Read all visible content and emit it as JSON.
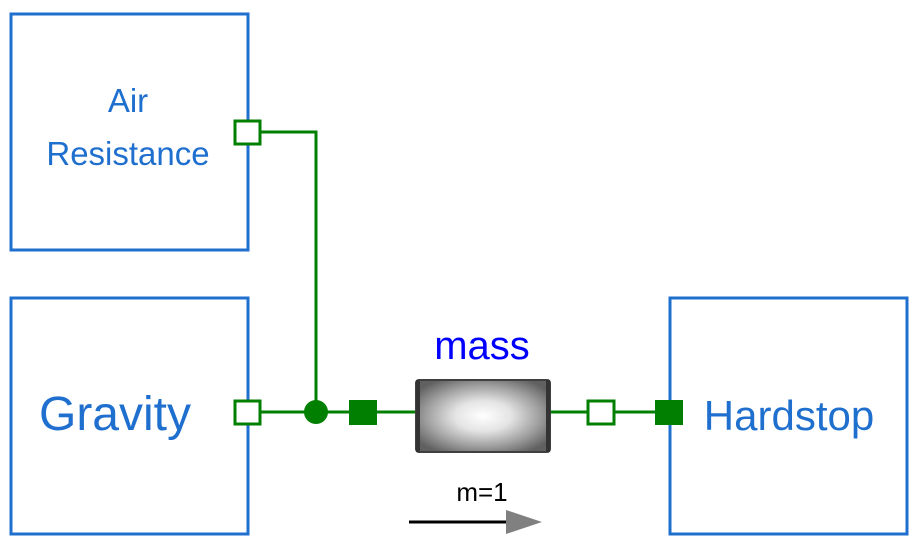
{
  "diagram": {
    "colors": {
      "block_border": "#1f6fcf",
      "block_text": "#1f6fcf",
      "connector": "#007f00",
      "mass_label": "#0000ff",
      "param_text": "#000000",
      "arrow_head": "#808080"
    },
    "blocks": {
      "air_resistance": {
        "label_line1": "Air",
        "label_line2": "Resistance"
      },
      "gravity": {
        "label": "Gravity"
      },
      "hardstop": {
        "label": "Hardstop"
      }
    },
    "mass": {
      "name": "mass",
      "parameter": "m=1"
    }
  }
}
